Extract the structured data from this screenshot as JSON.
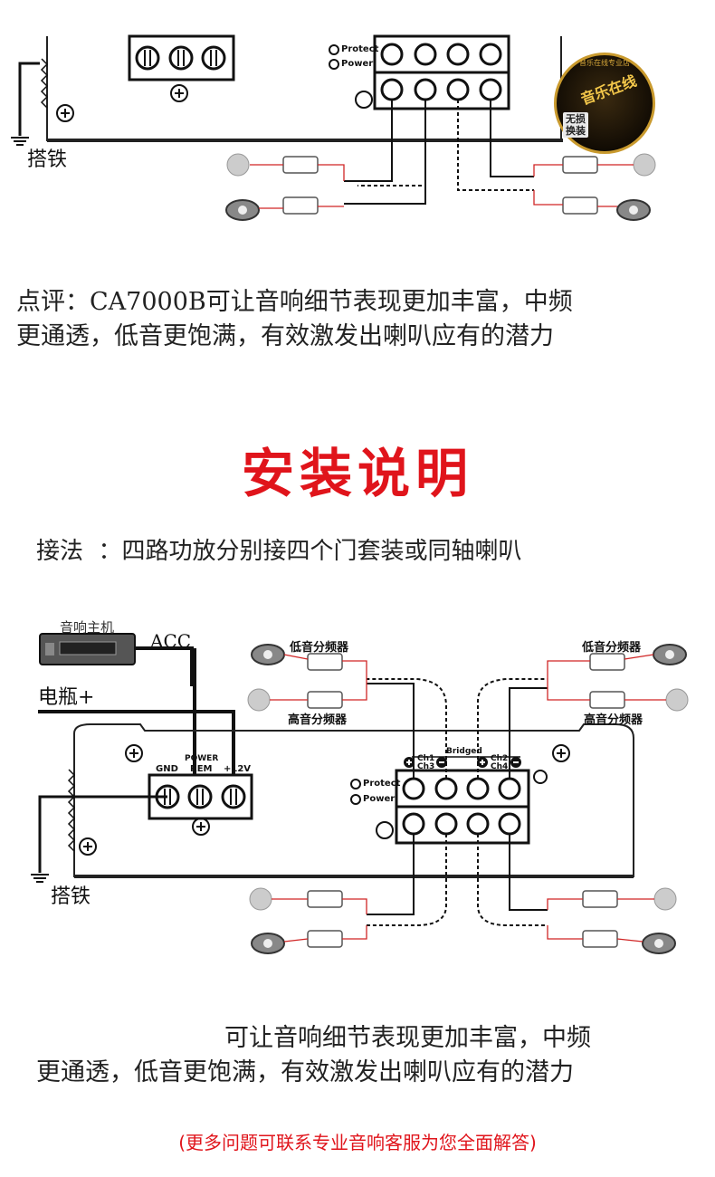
{
  "top_diagram": {
    "protect_label": "Protect",
    "power_label": "Power",
    "ground_label": "搭铁"
  },
  "badge": {
    "title": "音乐在线",
    "ring_text": "音乐在线专业店",
    "tag_1": "无损",
    "tag_2": "换装"
  },
  "review": {
    "line_1": "点评：CA7000B可让音响细节表现更加丰富，中频",
    "line_2": "更通透，低音更饱满，有效激发出喇叭应有的潜力"
  },
  "heading": "安装说明",
  "method_label": "接法  ：四路功放分别接四个门套装或同轴喇叭",
  "install_diagram": {
    "head_unit_label": "音响主机",
    "acc_label": "ACC",
    "battery_label": "电瓶+",
    "woofer_crossover_left": "低音分频器",
    "woofer_crossover_right": "低音分频器",
    "tweeter_crossover_left": "高音分频器",
    "tweeter_crossover_right": "高音分频器",
    "gnd_label": "GND",
    "power_rem_label_1": "POWER",
    "power_rem_label_2": "REM",
    "plus12v_label": "+12V",
    "bridged_label": "Bridged",
    "ch1_label": "Ch1",
    "ch3_label": "Ch3",
    "ch2_label": "Ch2",
    "ch4_label": "Ch4",
    "protect_label": "Protect",
    "power_label": "Power",
    "ground_label": "搭铁"
  },
  "summary": {
    "line_1": "可让音响细节表现更加丰富，中频",
    "line_2": "更通透，低音更饱满，有效激发出喇叭应有的潜力"
  },
  "footer": "(更多问题可联系专业音响客服为您全面解答)"
}
